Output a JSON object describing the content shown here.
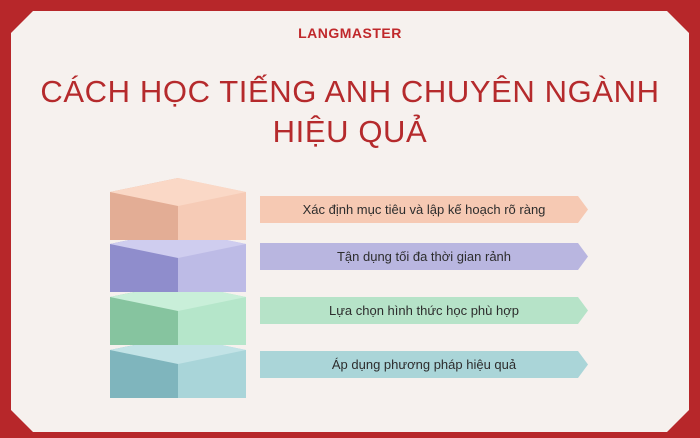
{
  "brand": {
    "logo_text": "LANGMASTER"
  },
  "header": {
    "title_line1": "CÁCH HỌC TIẾNG ANH CHUYÊN NGÀNH",
    "title_line2": "HIỆU QUẢ"
  },
  "steps": [
    {
      "label": "Xác định mục tiêu và lập kế hoạch rõ ràng",
      "color": "#f6c9b3"
    },
    {
      "label": "Tận dụng tối đa thời gian rảnh",
      "color": "#b9b6e0"
    },
    {
      "label": "Lựa chọn hình thức học phù hợp",
      "color": "#b6e3c8"
    },
    {
      "label": "Áp dụng phương pháp hiệu quả",
      "color": "#aad5d8"
    }
  ],
  "colors": {
    "frame": "#b7272a",
    "background": "#f6f1ee",
    "title": "#b52a2c"
  }
}
